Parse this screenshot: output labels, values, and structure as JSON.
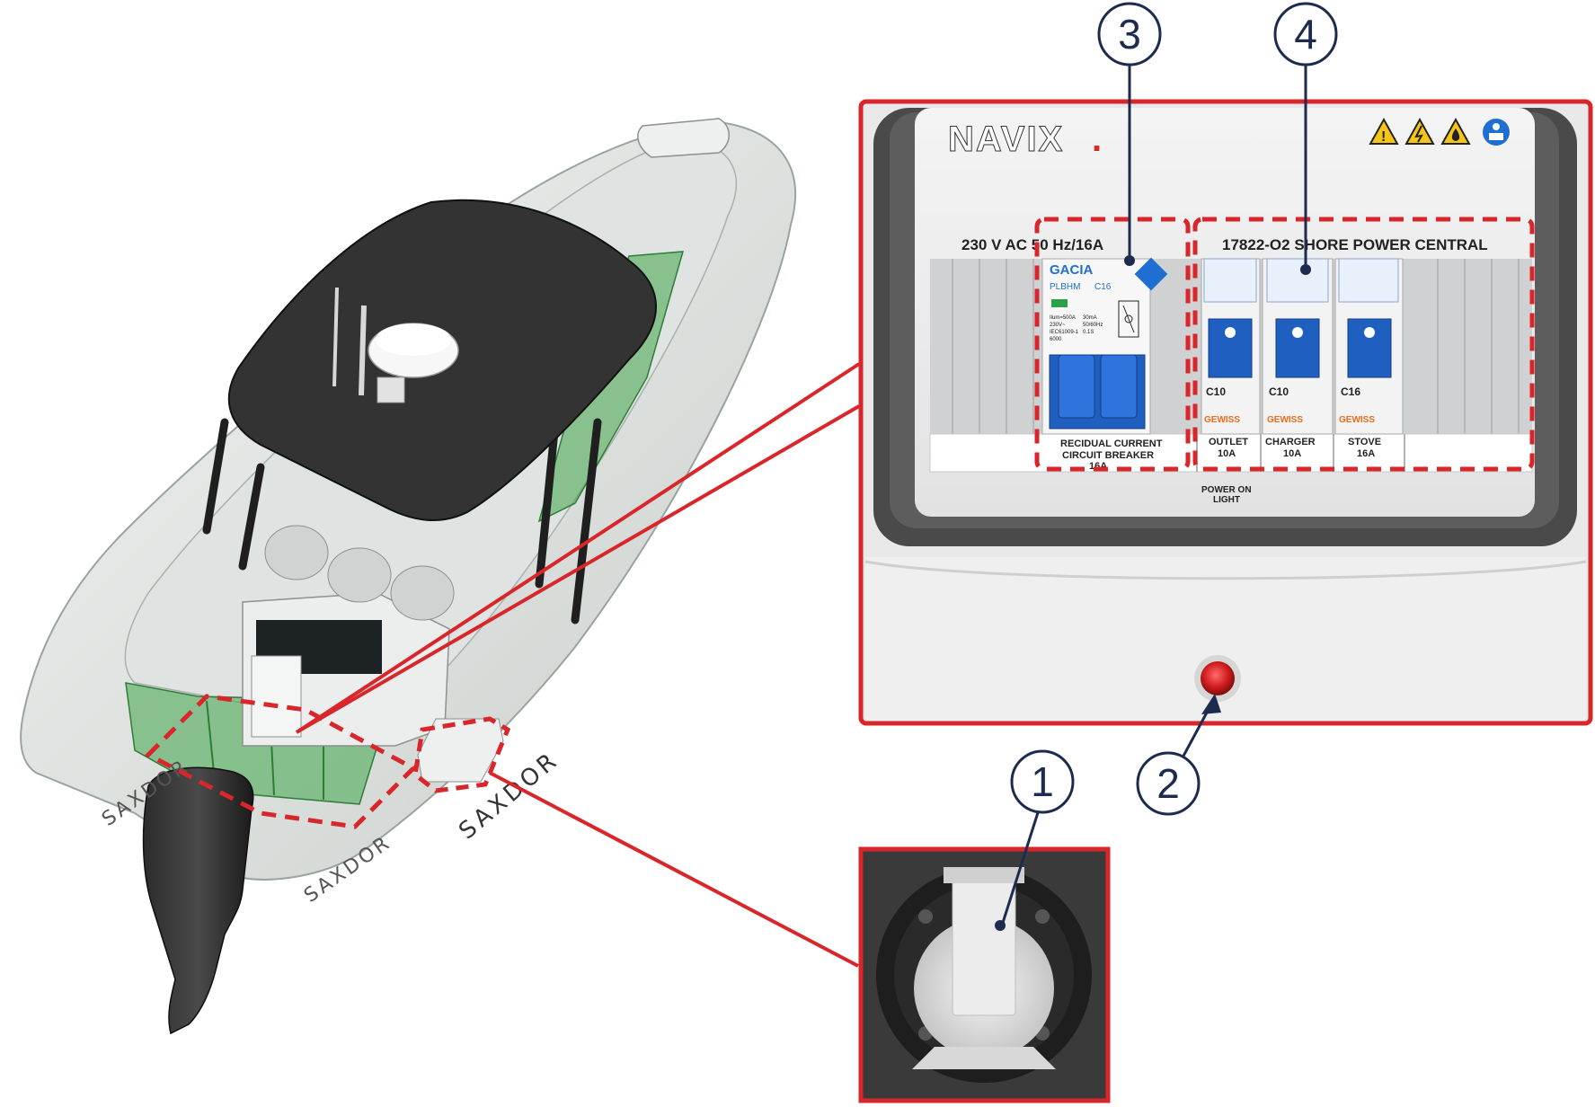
{
  "boat": {
    "hull_text_side": "SAXDOR",
    "hull_text_stern_left": "SAXDOR",
    "hull_text_stern_right": "SAXDOR"
  },
  "panel": {
    "brand": "NAVIX",
    "brand_dot": ".",
    "rating_label": "230 V AC  50 Hz/16A",
    "central_label": "17822-O2 SHORE POWER CENTRAL",
    "rcd": {
      "brand": "GACIA",
      "model": "PLBHM",
      "rating": "C16",
      "spec_1": "Ilum=500A",
      "spec_2": "30mA",
      "spec_3": "230V~",
      "spec_4": "50/60Hz",
      "spec_5": "IEC61009-1",
      "spec_6": "0.1S",
      "spec_7": "6000",
      "label_line1": "RECIDUAL CURRENT",
      "label_line2": "CIRCUIT BREAKER",
      "label_line3": "16A"
    },
    "breakers": [
      {
        "rating": "C10",
        "maker": "GEWISS",
        "label": "OUTLET",
        "amps": "10A"
      },
      {
        "rating": "C10",
        "maker": "GEWISS",
        "label": "CHARGER",
        "amps": "10A"
      },
      {
        "rating": "C16",
        "maker": "GEWISS",
        "label": "STOVE",
        "amps": "16A"
      }
    ],
    "power_light_line1": "POWER ON",
    "power_light_line2": "LIGHT"
  },
  "callouts": [
    "1",
    "2",
    "3",
    "4"
  ],
  "colors": {
    "highlight_red": "#d9262a",
    "callout_navy": "#1d2b4f",
    "panel_green": "#3fa54a",
    "breaker_blue": "#1f5fc0",
    "gewiss_orange": "#f26a1b"
  },
  "icons": [
    "warning-triangle-icon",
    "electric-warning-icon",
    "flame-warning-icon",
    "read-manual-icon"
  ]
}
